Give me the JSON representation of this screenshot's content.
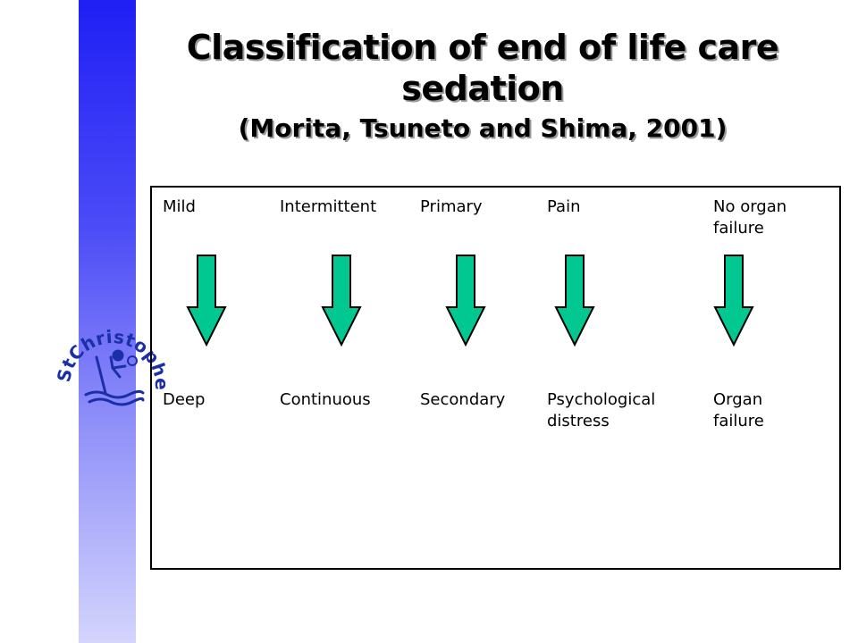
{
  "slide": {
    "title_line1": "Classification of end of life care",
    "title_line2": "sedation",
    "subtitle": "(Morita, Tsuneto and Shima, 2001)",
    "logo_text": "StChristopher's",
    "accent_color": "#1f1ff5",
    "arrow_color": "#00c890"
  },
  "columns": [
    {
      "top": "Mild",
      "bottom": "Deep"
    },
    {
      "top": "Intermittent",
      "bottom": "Continuous"
    },
    {
      "top": "Primary",
      "bottom": "Secondary"
    },
    {
      "top": "Pain",
      "bottom": "Psychological distress"
    },
    {
      "top": "No organ failure",
      "bottom": "Organ failure"
    }
  ]
}
